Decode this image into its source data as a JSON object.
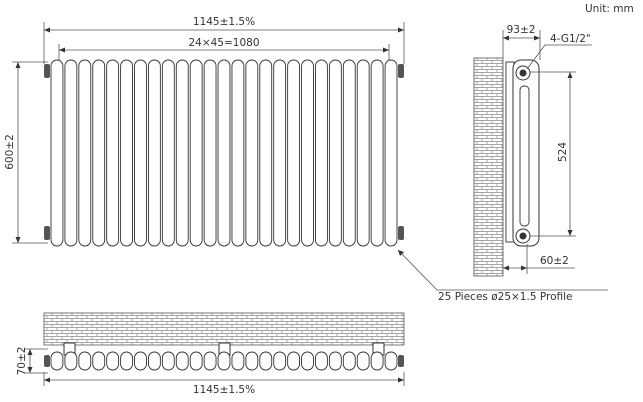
{
  "unit_label": "Unit: mm",
  "front_view": {
    "overall_width": "1145±1.5%",
    "section_width": "24×45=1080",
    "height": "600±2"
  },
  "side_view": {
    "depth": "93±2",
    "connection": "4-G1/2\"",
    "centers": "524",
    "wall_gap": "60±2"
  },
  "profile_note": "25 Pieces ø25×1.5 Profile",
  "top_view": {
    "depth": "70±2",
    "overall_width": "1145±1.5%"
  },
  "tube_count": 25,
  "colors": {
    "line": "#333333",
    "brick": "#777777"
  }
}
